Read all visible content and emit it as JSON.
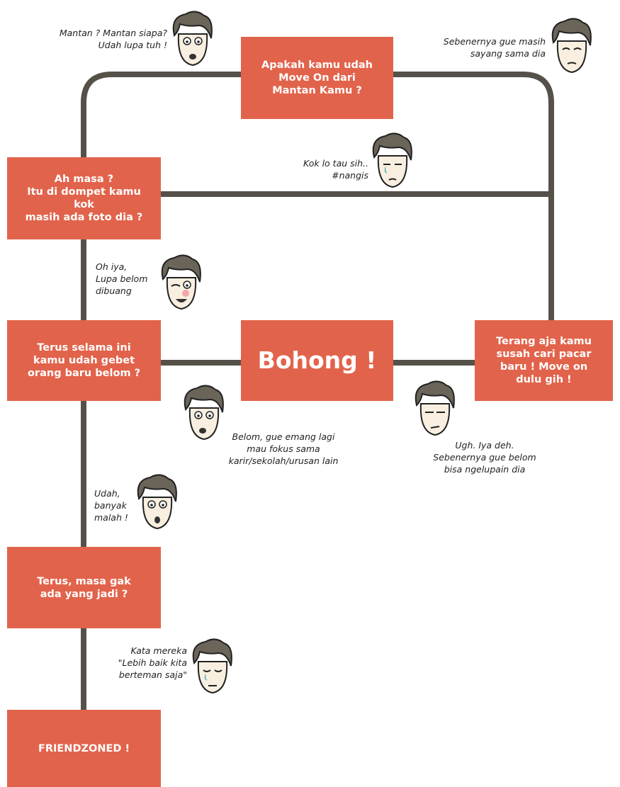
{
  "colors": {
    "box": "#e2634b",
    "line": "#555149",
    "text_on_box": "#ffffff"
  },
  "boxes": {
    "start": "Apakah kamu udah\nMove On dari\nMantan Kamu ?",
    "wallet": "Ah masa ?\nItu di dompet kamu\nkok\nmasih ada foto dia ?",
    "gebet": "Terus selama ini\nkamu udah gebet\norang baru belom ?",
    "bohong": "Bohong !",
    "terang": "Terang aja kamu\nsusah cari pacar\nbaru ! Move on\ndulu gih !",
    "masa_gak": "Terus, masa gak\nada yang jadi ?",
    "friendzoned": "FRIENDZONED !"
  },
  "captions": {
    "mantan": "Mantan ? Mantan siapa?\nUdah lupa tuh !",
    "sayang": "Sebenernya gue masih\nsayang sama dia",
    "nangis": "Kok lo tau sih..\n#nangis",
    "lupa": "Oh iya,\nLupa belom\ndibuang",
    "belom_fokus": "Belom, gue emang lagi\nmau fokus sama\nkarir/sekolah/urusan lain",
    "ugh": "Ugh. Iya deh.\nSebenernya gue belom\nbisa ngelupain dia",
    "udah_banyak": "Udah,\nbanyak\nmalah !",
    "kata_mereka": "Kata mereka\n\"Lebih baik kita\nberteman saja\""
  },
  "icons": [
    "face-icon"
  ]
}
